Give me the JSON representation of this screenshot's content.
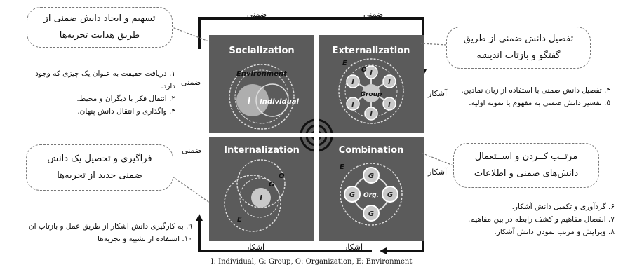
{
  "quadrants": {
    "socialization": {
      "title": "Socialization",
      "environment": "Environment",
      "i": "I",
      "individual": "Individual"
    },
    "externalization": {
      "title": "Externalization",
      "e": "E",
      "o": "O",
      "i": "I",
      "group": "Group"
    },
    "internalization": {
      "title": "Internalization",
      "o": "O",
      "g": "G",
      "i": "I",
      "e": "E"
    },
    "combination": {
      "title": "Combination",
      "e": "E",
      "g": "G",
      "org": "Org."
    }
  },
  "edges": {
    "top_left": "ضمنی",
    "top_right": "ضمنی",
    "left_upper": "ضمنی",
    "left_lower": "ضمنی",
    "right_upper": "آشکار",
    "right_lower": "آشکار",
    "bottom_left": "آشکار",
    "bottom_right": "آشکار"
  },
  "callouts": {
    "socialization": [
      "تسهیم و ایجاد دانش ضمنی از",
      "طریق هدایت تجربه‌ها"
    ],
    "externalization": [
      "تفصیل دانش ضمنی از طریق",
      "گفتگو و بازتاب اندیشه"
    ],
    "internalization": [
      "فراگیری و تحصیل یک دانش",
      "ضمنی جدید از تجربه‌ها"
    ],
    "combination": [
      "مرتــب کــردن و اســتعمال",
      "دانش‌های ضمنی و اطلاعات"
    ]
  },
  "lists": {
    "socialization": [
      "۱. دریافت حقیقت به عنوان یک چیزی که وجود",
      "دارد.",
      "۲. انتقال فکر با دیگران و محیط.",
      "۳. واگذاری و انتقال دانش پنهان."
    ],
    "externalization": [
      "۴. تفصیل دانش ضمنی با استفاده از زبان نمادین.",
      "۵. تفسیر دانش ضمنی به مفهوم یا نمونه اولیه."
    ],
    "combination": [
      "۶. گردآوری و تکمیل دانش آشکار.",
      "۷. انفصال مفاهیم و کشف رابطه در بین مفاهیم.",
      "۸. ویرایش و مرتب نمودن دانش آشکار."
    ],
    "internalization": [
      "۹. به کارگیری دانش اشکار از طریق عمل و بازتاب ان",
      "۱۰. استفاده از تشبیه و تجربه‌ها"
    ]
  },
  "caption": "I: Individual, G: Group, O: Organization, E: Environment",
  "colors": {
    "quadrant_bg": "#5b5b5b",
    "frame": "#111111",
    "node_fill": "#c9c9c9"
  }
}
